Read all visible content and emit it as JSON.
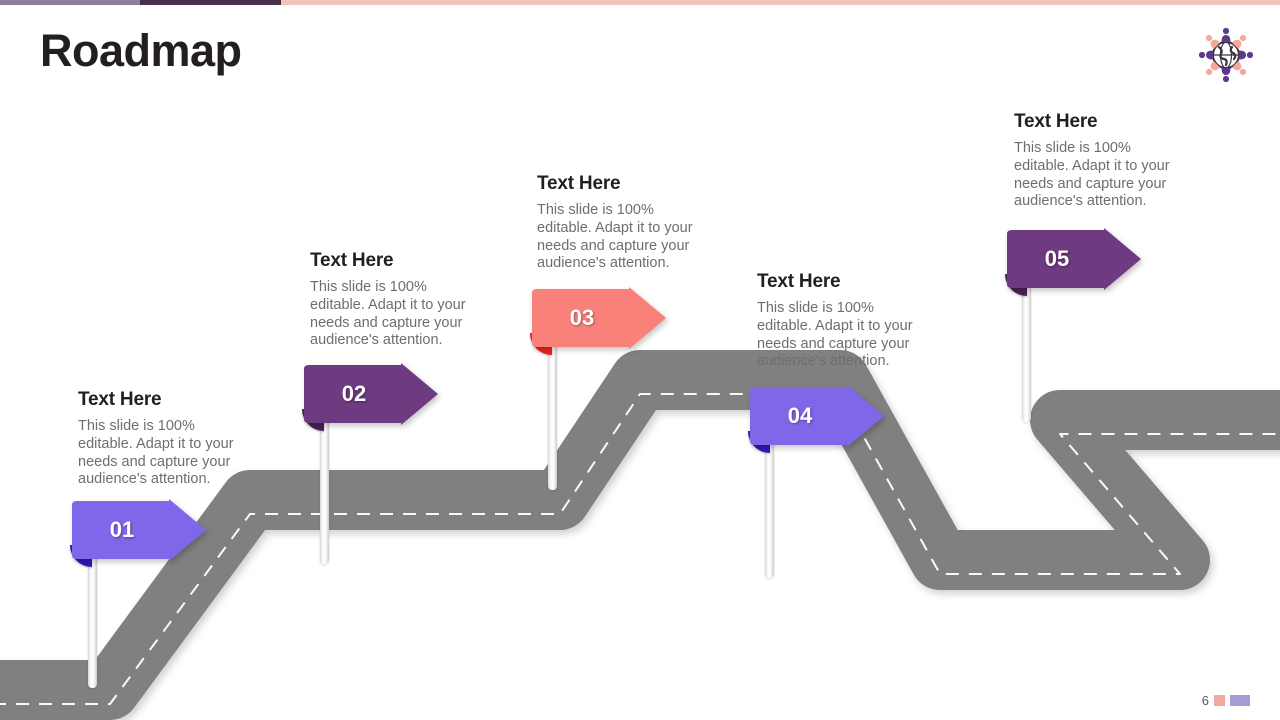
{
  "slide": {
    "title": "Roadmap",
    "page_number": "6",
    "background_color": "#ffffff"
  },
  "topbar": {
    "segments": [
      {
        "name": "muted-purple",
        "color": "#8a7f9c"
      },
      {
        "name": "dark-purple",
        "color": "#463049"
      },
      {
        "name": "peach",
        "color": "#f0c5b8"
      }
    ]
  },
  "logo": {
    "icon": "globe-people-icon",
    "globe_color": "#3b3340",
    "person_dark_color": "#5b3a8e",
    "person_light_color": "#f4a79c"
  },
  "road": {
    "color": "#808080",
    "center_line_color": "#ffffff",
    "center_line_style": "dashed"
  },
  "milestones": [
    {
      "number": "01",
      "heading": "Text Here",
      "body": "This slide is 100% editable. Adapt it to your needs and capture your audience's attention.",
      "flag_color": "#8066e8",
      "fold_color": "#2f19b5"
    },
    {
      "number": "02",
      "heading": "Text Here",
      "body": "This slide is 100% editable. Adapt it to your needs and capture your audience's attention.",
      "flag_color": "#6e3a80",
      "fold_color": "#4a2256"
    },
    {
      "number": "03",
      "heading": "Text Here",
      "body": "This slide is 100% editable. Adapt it to your needs and capture your audience's attention.",
      "flag_color": "#f98179",
      "fold_color": "#e8231f"
    },
    {
      "number": "04",
      "heading": "Text Here",
      "body": "This slide is 100% editable. Adapt it to your needs and capture your audience's attention.",
      "flag_color": "#8066e8",
      "fold_color": "#2f19b5"
    },
    {
      "number": "05",
      "heading": "Text Here",
      "body": "This slide is 100% editable. Adapt it to your needs and capture your audience's attention.",
      "flag_color": "#6e3a80",
      "fold_color": "#4a2256"
    }
  ]
}
